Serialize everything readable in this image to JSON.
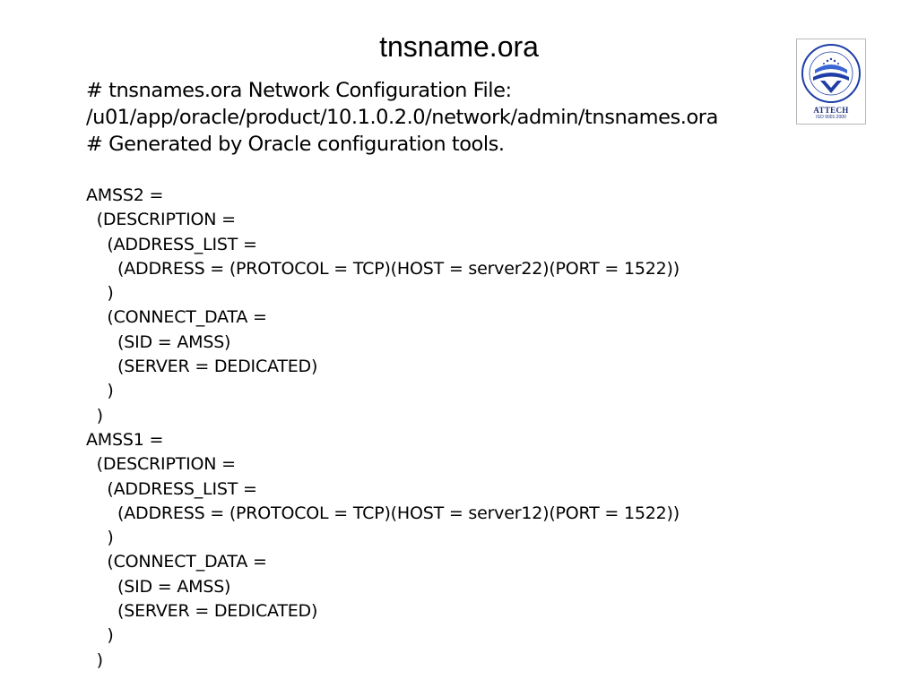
{
  "slide": {
    "title": "tnsname.ora"
  },
  "header_lines": [
    "# tnsnames.ora Network Configuration File:",
    "/u01/app/oracle/product/10.1.0.2.0/network/admin/tnsnames.ora",
    "# Generated by Oracle configuration tools."
  ],
  "config_lines": [
    "AMSS2 =",
    "  (DESCRIPTION =",
    "    (ADDRESS_LIST =",
    "      (ADDRESS = (PROTOCOL = TCP)(HOST = server22)(PORT = 1522))",
    "    )",
    "    (CONNECT_DATA =",
    "      (SID = AMSS)",
    "      (SERVER = DEDICATED)",
    "    )",
    "  )",
    "AMSS1 =",
    "  (DESCRIPTION =",
    "    (ADDRESS_LIST =",
    "      (ADDRESS = (PROTOCOL = TCP)(HOST = server12)(PORT = 1522))",
    "    )",
    "    (CONNECT_DATA =",
    "      (SID = AMSS)",
    "      (SERVER = DEDICATED)",
    "    )",
    "  )"
  ],
  "logo": {
    "name": "ATTECH",
    "sub": "ISO 9001:2000",
    "icon": "attech-logo-icon",
    "color": "#1f3fa6"
  }
}
